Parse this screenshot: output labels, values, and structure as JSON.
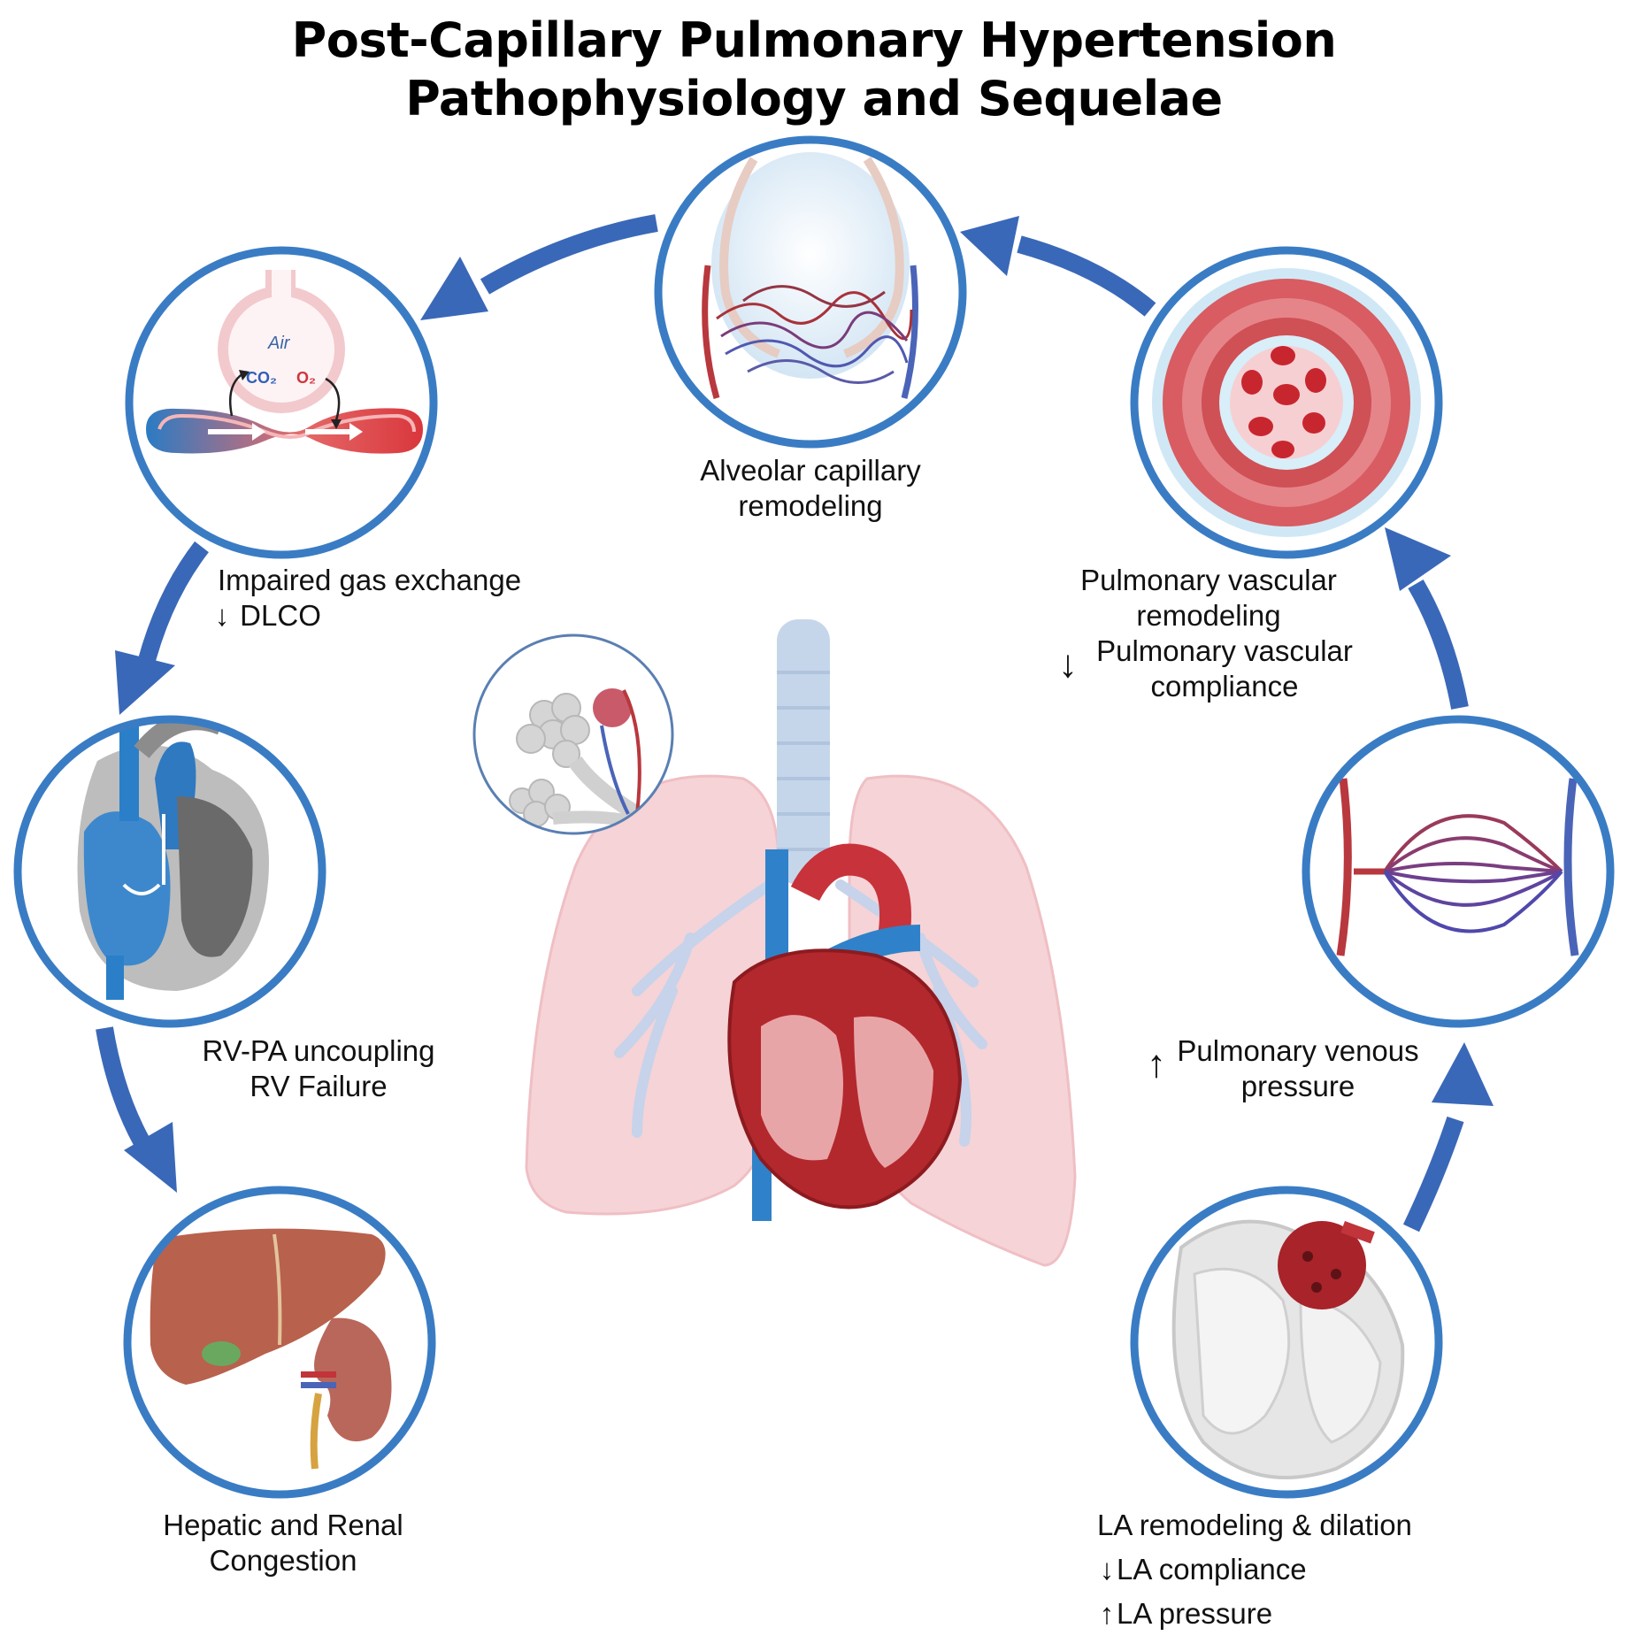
{
  "title": {
    "line1": "Post-Capillary Pulmonary Hypertension",
    "line2": "Pathophysiology and Sequelae"
  },
  "colors": {
    "ring": "#3a7cc4",
    "arrow": "#3a68b8",
    "artery": "#c23b3b",
    "vein": "#4a74c8",
    "lung": "#f6d3d6",
    "heart": "#b3282d"
  },
  "nodes": {
    "alveolar": {
      "line1": "Alveolar capillary",
      "line2": "remodeling"
    },
    "gas": {
      "line1": "Impaired gas exchange",
      "line2": "DLCO",
      "air": "Air",
      "co2": "CO₂",
      "o2": "O₂"
    },
    "pvr": {
      "line1": "Pulmonary vascular",
      "line2": "remodeling",
      "line3": "Pulmonary vascular",
      "line4": "compliance"
    },
    "rv": {
      "line1": "RV-PA uncoupling",
      "line2": "RV Failure"
    },
    "venous": {
      "line1": "Pulmonary venous",
      "line2": "pressure"
    },
    "hepatic": {
      "line1": "Hepatic and Renal",
      "line2": "Congestion"
    },
    "la": {
      "line1": "LA remodeling & dilation",
      "line2": "LA compliance",
      "line3": "LA pressure"
    }
  },
  "icons": {
    "down": "↓",
    "up": "↑"
  }
}
